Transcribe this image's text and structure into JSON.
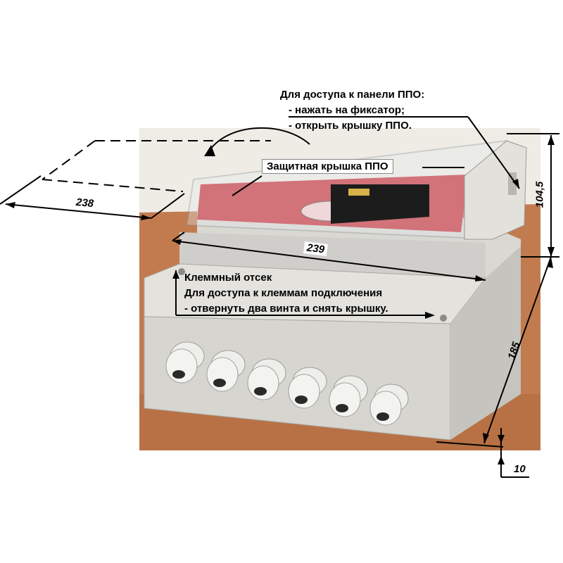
{
  "callouts": {
    "access_panel": {
      "title": "Для доступа к панели ППО:",
      "step1": "- нажать на фиксатор;",
      "step2": "- открыть крышку ППО."
    },
    "cover_label": "Защитная крышка ППО",
    "terminal": {
      "title": "Клеммный отсек",
      "line1": "Для доступа к клеммам подключения",
      "line2": "- отвернуть два винта и снять крышку."
    }
  },
  "dimensions": {
    "depth_cover": "238",
    "width": "239",
    "height_top": "104,5",
    "height_body": "185",
    "offset": "10"
  },
  "colors": {
    "table": "#c07a4f",
    "wall": "#ece9e3",
    "enclosure": "#dcdcd6",
    "panel_red": "#c9303a"
  },
  "glands_count": 6
}
